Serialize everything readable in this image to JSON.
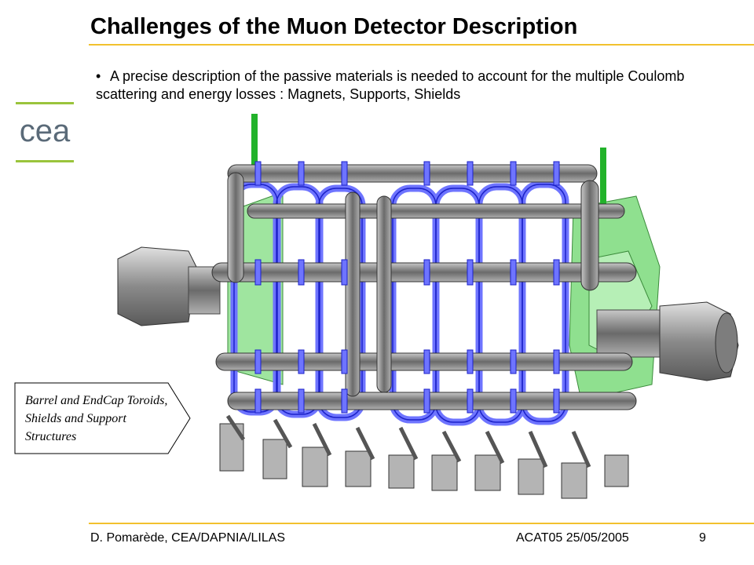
{
  "slide": {
    "title": "Challenges of the Muon Detector Description",
    "bullet": "A precise description of the passive materials is needed to account for the multiple Coulomb scattering and energy losses : Magnets, Supports, Shields",
    "callout": "Barrel and EndCap Toroids, Shields and Support Structures"
  },
  "logo": {
    "text": "cea"
  },
  "footer": {
    "author": "D. Pomarède, CEA/DAPNIA/LILAS",
    "event": "ACAT05  25/05/2005",
    "page": "9"
  },
  "colors": {
    "accent_rule": "#f2c12e",
    "logo_bar": "#9ac43c",
    "logo_text": "#5a6a78",
    "coil_gray": "#7c7c7c",
    "struct_blue": "#6e74ff",
    "shield_green": "#8fe08f",
    "pipe_green": "#22b22a"
  }
}
